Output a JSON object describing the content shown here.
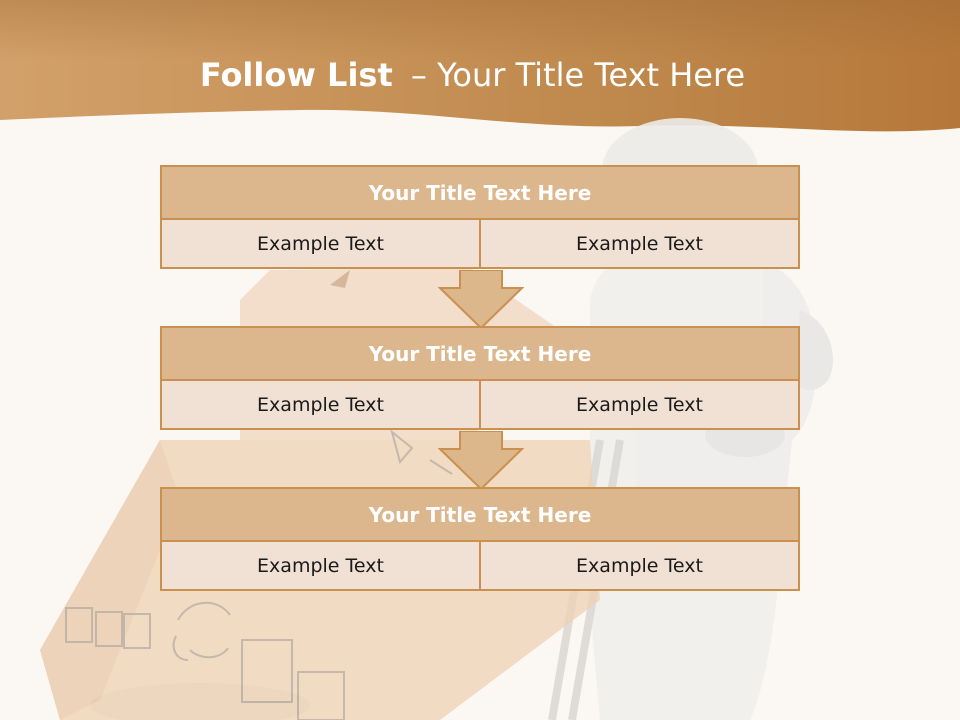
{
  "header": {
    "title_bold": "Follow List",
    "title_rest": "– Your Title Text Here"
  },
  "blocks": [
    {
      "title": "Your Title Text Here",
      "cells": [
        "Example Text",
        "Example Text"
      ]
    },
    {
      "title": "Your Title Text Here",
      "cells": [
        "Example Text",
        "Example Text"
      ]
    },
    {
      "title": "Your Title Text Here",
      "cells": [
        "Example Text",
        "Example Text"
      ]
    }
  ],
  "colors": {
    "header_band": "#b9824a",
    "block_title_fill": "#dcb68c",
    "block_cell_fill": "#f0e1d4",
    "border": "#c9904f",
    "background": "#fbf7f3"
  }
}
